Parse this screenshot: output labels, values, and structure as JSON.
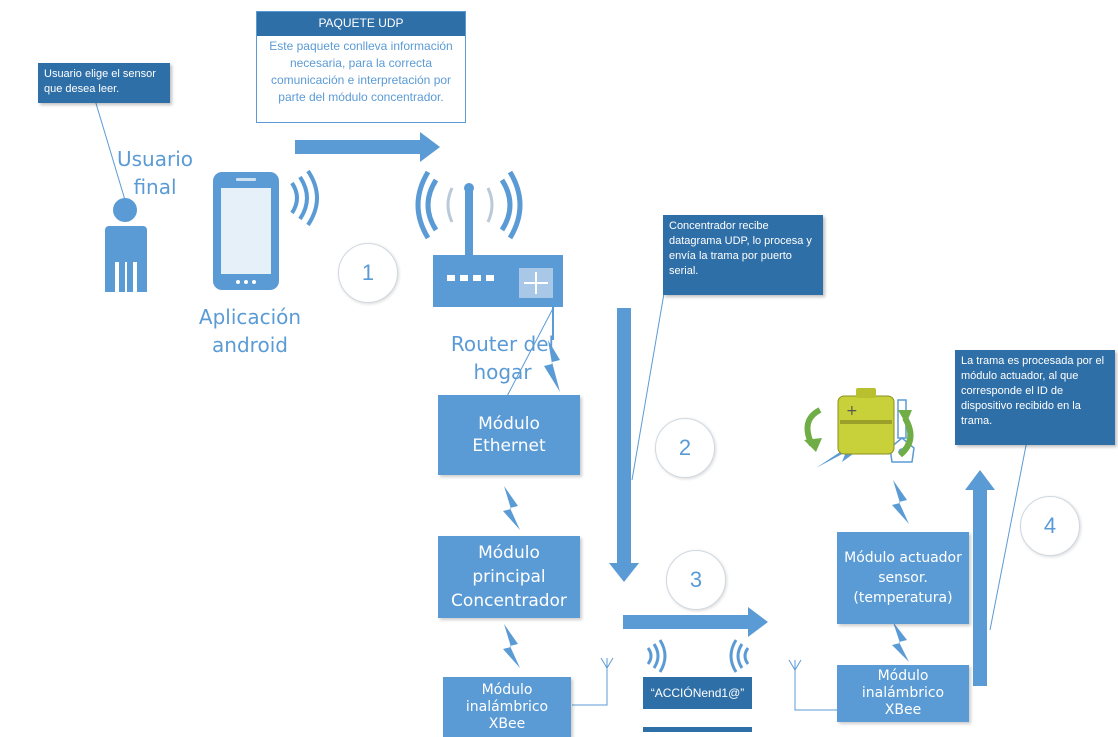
{
  "notes": {
    "user_choice": "Usuario elige el sensor que desea leer.",
    "concentrator": "Concentrador recibe datagrama UDP, lo procesa y envía la trama por puerto serial.",
    "actuator": "La trama es procesada por el módulo actuador, al que corresponde el ID de dispositivo recibido en la trama."
  },
  "udp_packet": {
    "title": "PAQUETE UDP",
    "body": "Este paquete conlleva información necesaria, para la correcta comunicación e interpretación por parte del módulo concentrador."
  },
  "labels": {
    "user": "Usuario final",
    "app": "Aplicación android",
    "router": "Router del hogar"
  },
  "modules": {
    "ethernet": "Módulo Ethernet",
    "principal": "Módulo principal Concentrador",
    "xbee_left": "Módulo inalámbrico XBee",
    "actuator": "Módulo actuador sensor. (temperatura)",
    "xbee_right": "Módulo inalámbrico XBee"
  },
  "frame_label": "“ACCIÓNend1@”",
  "steps": [
    "1",
    "2",
    "3",
    "4"
  ],
  "colors": {
    "accent": "#5b9bd5",
    "note": "#2f6fa8",
    "battery": "#c8d13a",
    "cycle": "#70ad47"
  }
}
